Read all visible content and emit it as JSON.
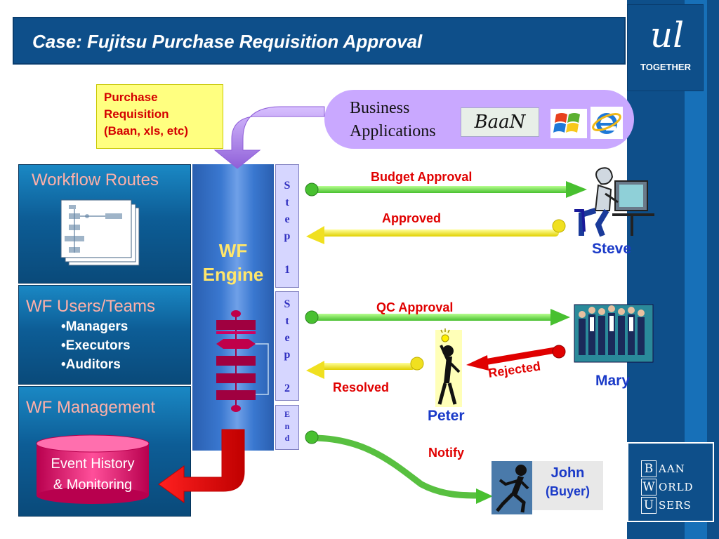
{
  "title": "Case: Fujitsu Purchase Requisition Approval",
  "logo": {
    "script": "ul",
    "caption": "TOGETHER"
  },
  "bwu": [
    {
      "cap": "B",
      "rest": "AAN"
    },
    {
      "cap": "W",
      "rest": "ORLD"
    },
    {
      "cap": "U",
      "rest": "SERS"
    }
  ],
  "purchase_requisition": {
    "line1": "Purchase",
    "line2": "Requisition",
    "line3": "(Baan, xls, etc)"
  },
  "business_apps": {
    "line1": "Business",
    "line2": "Applications",
    "baan_logo": "BaaN"
  },
  "left_panels": {
    "routes_title": "Workflow Routes",
    "users_title": "WF Users/Teams",
    "users_bullets": [
      "•Managers",
      "•Executors",
      "•Auditors"
    ],
    "mgmt_title": "WF Management",
    "event_line1": "Event History",
    "event_line2": "& Monitoring"
  },
  "engine": {
    "line1": "WF",
    "line2": "Engine"
  },
  "steps": {
    "step1": [
      "S",
      "t",
      "e",
      "p",
      "",
      "1"
    ],
    "step2": [
      "S",
      "t",
      "e",
      "p",
      "",
      "2"
    ],
    "end": [
      "E",
      "n",
      "d"
    ]
  },
  "flows": {
    "budget": "Budget Approval",
    "approved": "Approved",
    "qc": "QC Approval",
    "rejected": "Rejected",
    "resolved": "Resolved",
    "notify": "Notify"
  },
  "people": {
    "steve": "Steve",
    "mary": "Mary",
    "peter": "Peter",
    "john_name": "John",
    "john_role": "(Buyer)"
  },
  "colors": {
    "brand_blue": "#0e4f8a",
    "panel_title": "#ffb0a8",
    "alert_red": "#e00000",
    "name_blue": "#1a3ac8",
    "engine_text": "#ffe66b",
    "pill_purple": "#c9a8ff",
    "note_yellow": "#ffff80"
  },
  "icons": [
    "windows-icon",
    "internet-explorer-icon",
    "workflow-routes-icon",
    "flowchart-icon",
    "steve-computer-icon",
    "mary-team-icon",
    "peter-idea-icon",
    "john-runner-icon"
  ]
}
